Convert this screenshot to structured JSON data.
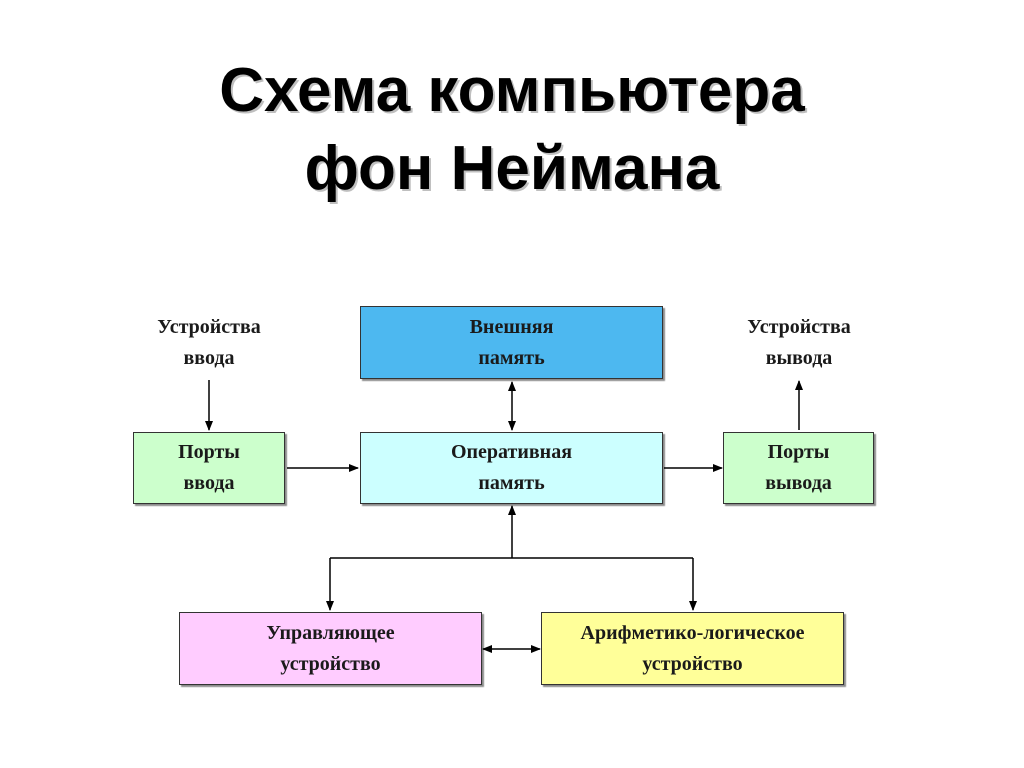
{
  "title": {
    "line1": "Схема компьютера",
    "line2": "фон Неймана"
  },
  "nodes": {
    "input_devices": {
      "line1": "Устройства",
      "line2": "ввода"
    },
    "output_devices": {
      "line1": "Устройства",
      "line2": "вывода"
    },
    "external_memory": {
      "line1": "Внешняя",
      "line2": "память",
      "color": "#4db8f0"
    },
    "ram": {
      "line1": "Оперативная",
      "line2": "память",
      "color": "#ccffff"
    },
    "input_ports": {
      "line1": "Порты",
      "line2": "ввода",
      "color": "#ccffcc"
    },
    "output_ports": {
      "line1": "Порты",
      "line2": "вывода",
      "color": "#ccffcc"
    },
    "control_unit": {
      "line1": "Управляющее",
      "line2": "устройство",
      "color": "#ffccff"
    },
    "alu": {
      "line1": "Арифметико-логическое",
      "line2": "устройство",
      "color": "#ffff99"
    }
  }
}
